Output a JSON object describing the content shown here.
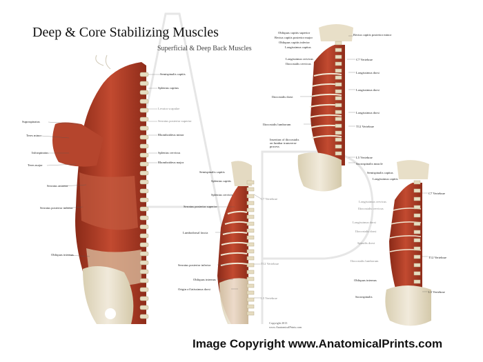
{
  "header": {
    "title": "Deep & Core Stabilizing Muscles",
    "subtitle": "Superficial & Deep Back Muscles"
  },
  "figure1_labels": {
    "semispinalis_capitis": "Semispinalis capitis",
    "splenius_capitus": "Splenius capitus",
    "levator_scapulae": "Levator scapulae",
    "serratus_posterior_superior": "Serratus posterior superior",
    "rhomboideus_minor": "Rhomboideus minor",
    "splenius_cervicus": "Splenius cervicus",
    "rhomboideus_major": "Rhomboideus major",
    "supraspinatus": "Supraspinatus",
    "teres_minor": "Teres minor",
    "infraspinatus": "Infraspinatus",
    "teres_major": "Teres major",
    "serratus_anterior": "Serratus anterior",
    "serratus_posterior_inferior": "Serratus posterior inferior",
    "obliquus_internus": "Obliquus internus"
  },
  "figure2_labels": {
    "semispinalis_capitis": "Semispinalis capitis",
    "splenius_capitis": "Splenius capitis",
    "splenius_cervicis": "Splenius cervicis",
    "serratus_posterior_superior": "Serratus posterior superior",
    "c7_vertebrae": "C7 Vertebrae",
    "lumbodorsal_fascia": "Lumbodorsal fascia",
    "serratus_posterior_inferior": "Serratus posterior inferior",
    "t12_vertebrae": "T12 Vertebrae",
    "obliquus_internus": "Obliquus internus",
    "origin_latissimus_dorsi": "Origin of latissimus dorsi",
    "l5_vertebrae": "L5 Vertebrae"
  },
  "figure3_labels": {
    "obliquus_capitis_superior": "Obliquus capitis superior",
    "rectus_capitis_posterior_major": "Rectus capitis posterior major",
    "obliquus_capitis_inferior": "Obliquus capitis inferior",
    "longissimus_capitus": "Longissimus capitus",
    "rectus_capitis_posterior_minor": "Rectus capitis posterior minor",
    "longissimus_cervicus": "Longissimus cervicus",
    "iliocostalis_cervicus": "Iliocostalis cervicus",
    "c7_vertebrae": "C7 Vertebrae",
    "longissimus_dorsi_1": "Longissimus dorsi",
    "longissimus_dorsi_2": "Longissimus dorsi",
    "iliocostalis_dorsi": "Iliocostalis dorsi",
    "longissimus_dorsi_3": "Longissimus dorsi",
    "iliocostalis_lumborum": "Iliocostalis lumborum",
    "t12_vertebrae": "T12 Vertebrae",
    "insertion_iliocostalis": "Insertion of iliocostalis on lumbar transverse process",
    "l5_vertebrae": "L5 Vertebrae",
    "sacrospinalis_muscle": "Sacrospinalis muscle"
  },
  "figure4_labels": {
    "semispinalis_capitus": "Semispinalis capitus",
    "longissimus_capitis": "Longissimus capitis",
    "c7_vertebrae": "C7 Vertebrae",
    "longissimus_cervicus": "Longissimus cervicus",
    "iliocostalis_cervicus": "Iliocostalis cervicus",
    "longissimus_dorsi": "Longissimus dorsi",
    "iliocostalis_dorsi": "Iliocostalis dorsi",
    "spinalis_dorsi": "Spinalis dorsi",
    "iliocostalis_lumborum": "Iliocostalis lumborum",
    "t12_vertebrae": "T12 Vertebrae",
    "obliquus_internus": "Obliquus internus",
    "l5_vertebrae": "L5 Vertebrae",
    "sacrospinalis": "Sacrospinalis"
  },
  "small_copyright": {
    "line1": "Copyright 2013",
    "line2": "www.AnatomicalPrints.com"
  },
  "footer": {
    "text": "Image Copyright www.AnatomicalPrints.com"
  },
  "colors": {
    "muscle": "#b2402a",
    "muscle_dark": "#7c2416",
    "bone": "#e8dfc6",
    "watermark": "#e5e5e5"
  }
}
